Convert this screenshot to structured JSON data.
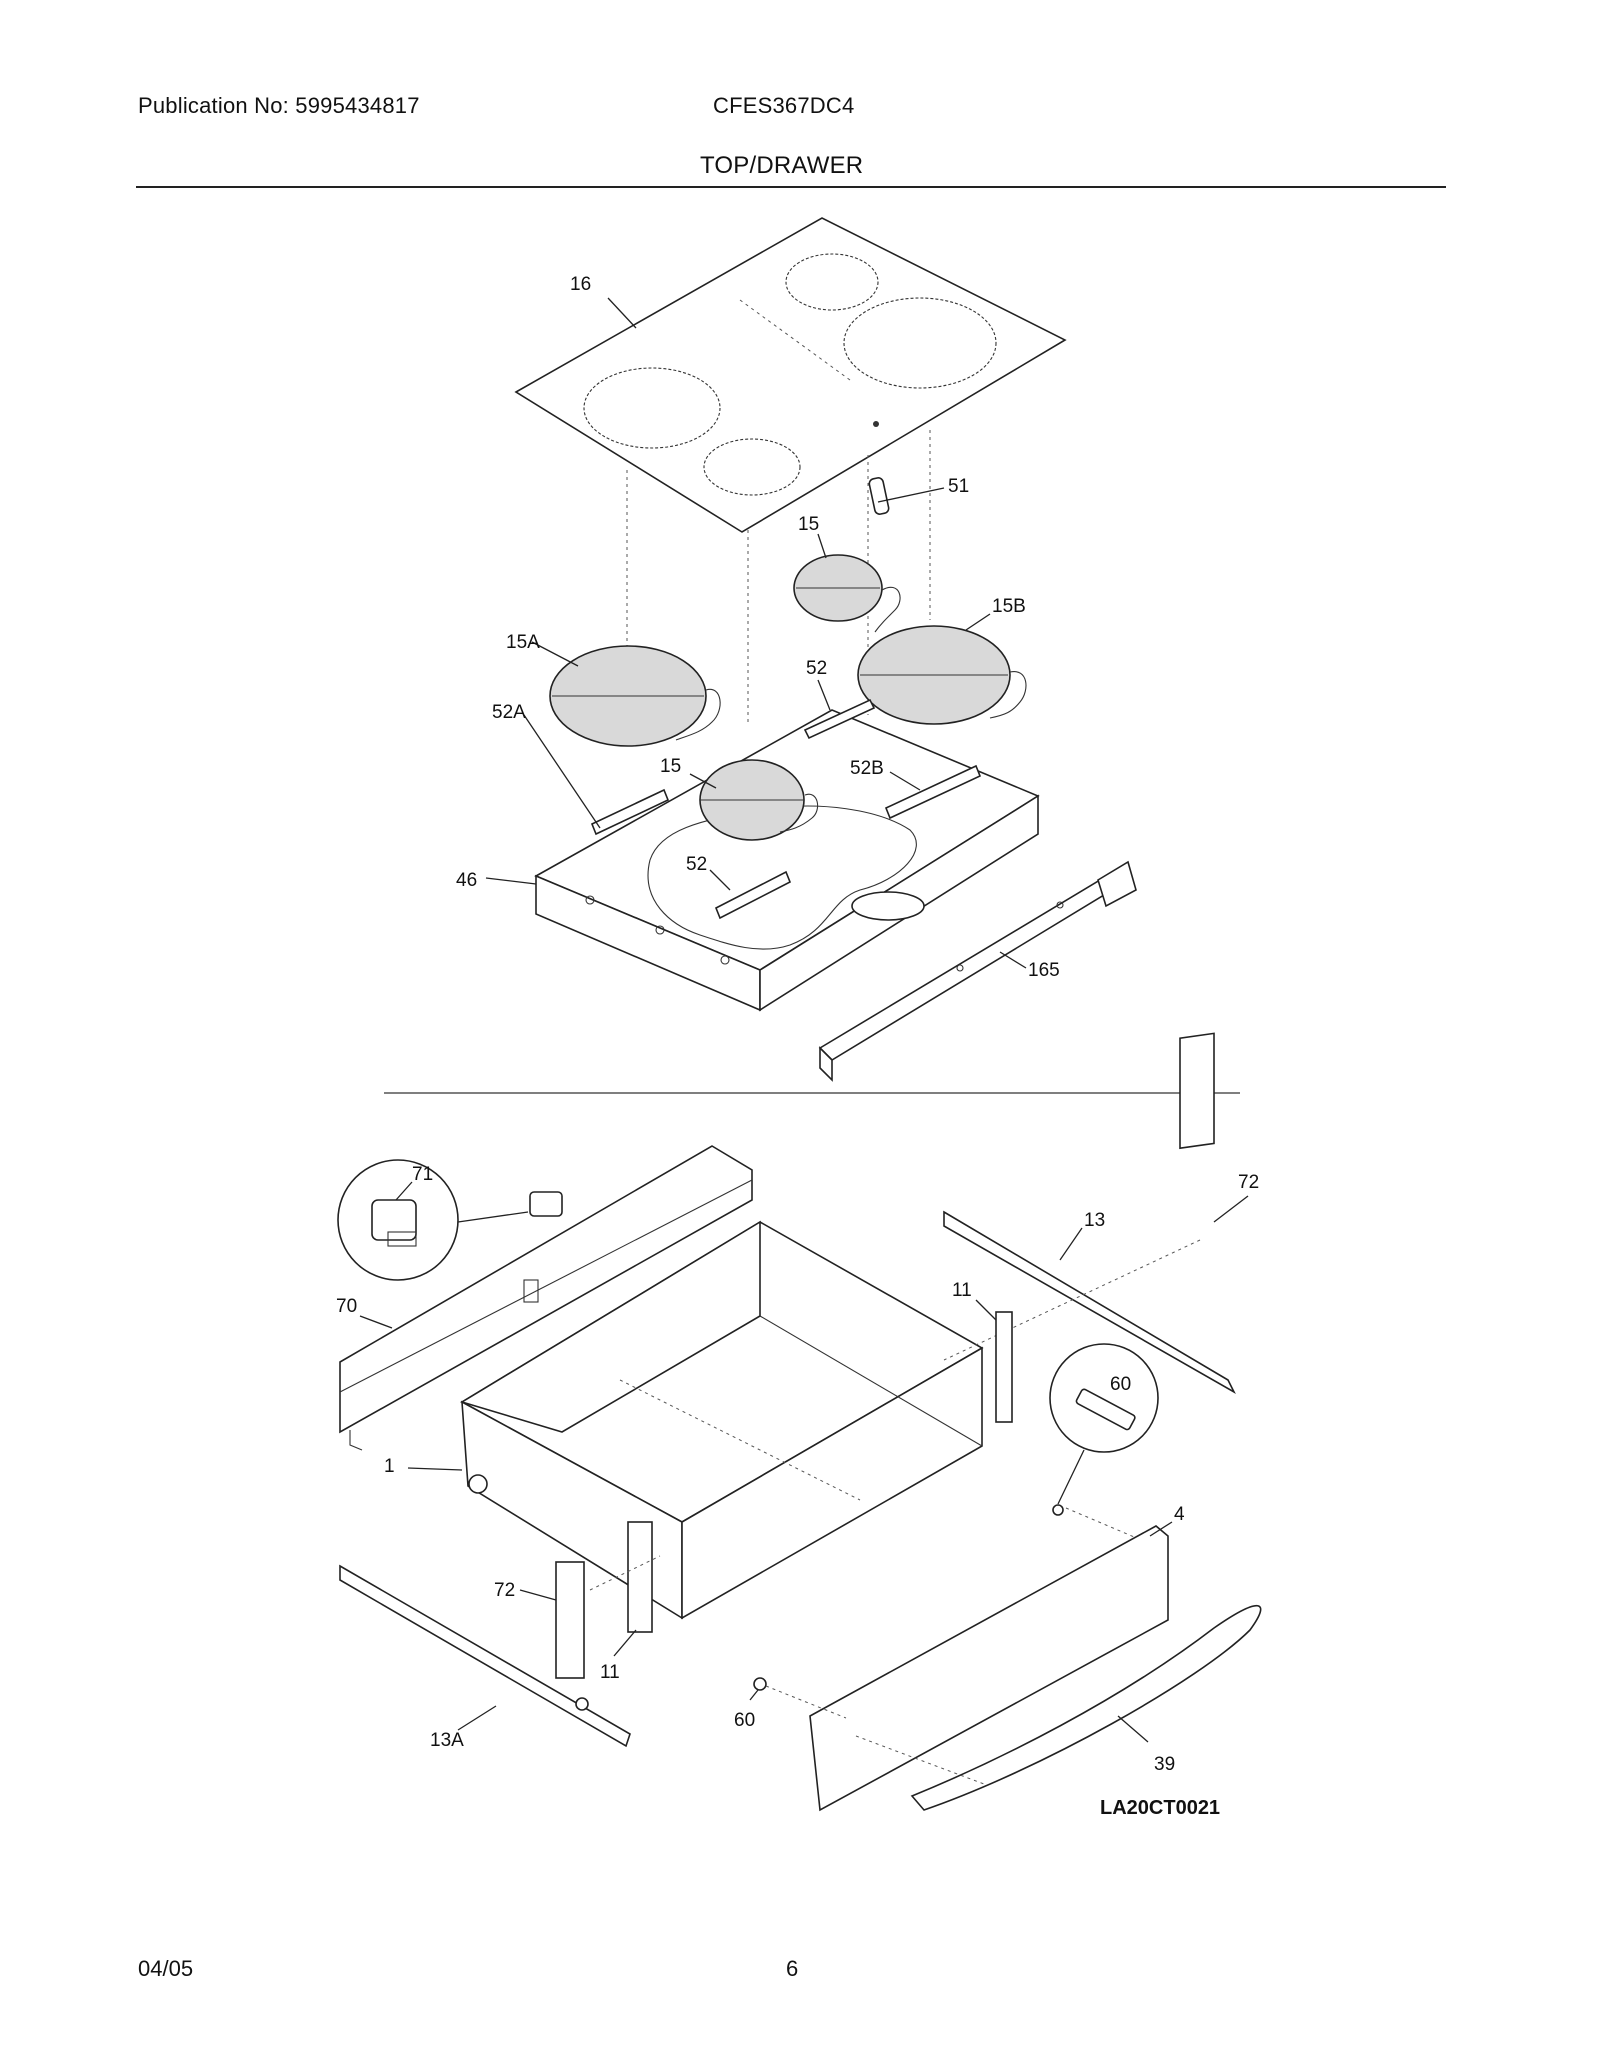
{
  "header": {
    "publication": "Publication No: 5995434817",
    "model": "CFES367DC4",
    "section": "TOP/DRAWER"
  },
  "callouts": {
    "c16": "16",
    "c51": "51",
    "c15a": "15",
    "c15b": "15B",
    "c15A": "15A",
    "c52a": "52",
    "c52A": "52A",
    "c15c": "15",
    "c52B": "52B",
    "c52b": "52",
    "c46": "46",
    "c165": "165",
    "c71": "71",
    "c72a": "72",
    "c13": "13",
    "c70": "70",
    "c11a": "11",
    "c60a": "60",
    "c1": "1",
    "c4": "4",
    "c72b": "72",
    "c11b": "11",
    "c60b": "60",
    "c13A": "13A",
    "c39": "39"
  },
  "diagram_code": "LA20CT0021",
  "footer": {
    "date": "04/05",
    "page": "6"
  }
}
